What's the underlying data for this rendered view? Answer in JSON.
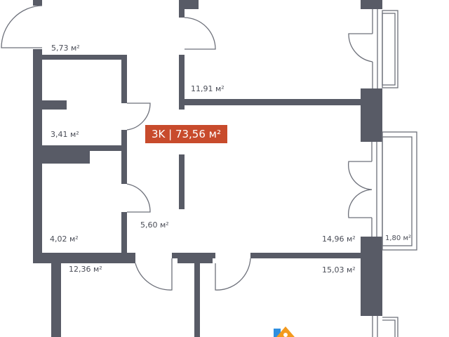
{
  "plan": {
    "summary_badge": "3K | 73,56 м²",
    "rooms": [
      {
        "id": "hall-top",
        "area": "5,73 м²"
      },
      {
        "id": "bedroom-top",
        "area": "11,91 м²"
      },
      {
        "id": "bathroom",
        "area": "3,41 м²"
      },
      {
        "id": "wc-storage",
        "area": "4,02 м²"
      },
      {
        "id": "corridor",
        "area": "5,60 м²"
      },
      {
        "id": "living",
        "area": "14,96 м²"
      },
      {
        "id": "balcony",
        "area": "1,80 м²"
      },
      {
        "id": "bedroom-left",
        "area": "12,36 м²"
      },
      {
        "id": "bedroom-right",
        "area": "15,03 м²"
      }
    ]
  },
  "colors": {
    "wall": "#585b66",
    "badge": "#c84b2c",
    "logo_orange": "#f39a1e",
    "logo_blue": "#2f8fe0"
  }
}
